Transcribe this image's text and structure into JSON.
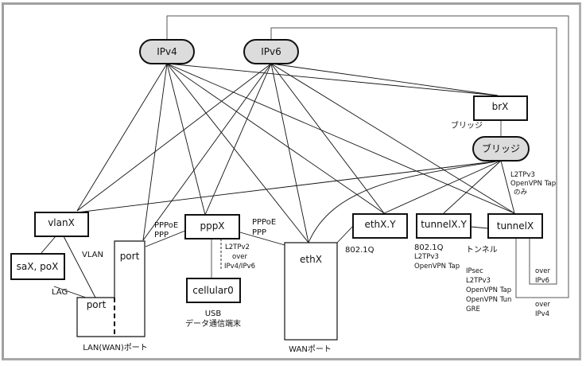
{
  "diagram": {
    "protocol_nodes": {
      "ipv4": "IPv4",
      "ipv6": "IPv6",
      "bridge": "ブリッジ"
    },
    "interfaces": {
      "brx": "brX",
      "vlanx": "vlanX",
      "saxpox": "saX, poX",
      "pppx": "pppX",
      "cellular0": "cellular0",
      "ethx": "ethX",
      "ethxy": "ethX.Y",
      "tunnelxy": "tunnelX.Y",
      "tunnelx": "tunnelX",
      "port_upper": "port",
      "port_lower": "port"
    },
    "labels": {
      "bridge_small": "ブリッジ",
      "l2tpv3_line1": "L2TPv3",
      "l2tpv3_line2": "OpenVPN Tap",
      "l2tpv3_line3": "のみ",
      "vlan": "VLAN",
      "lag": "LAG",
      "pppoe_left_1": "PPPoE",
      "pppoe_left_2": "PPP",
      "pppoe_right_1": "PPPoE",
      "pppoe_right_2": "PPP",
      "l2tpv2_1": "L2TPv2",
      "l2tpv2_2": "over",
      "l2tpv2_3": "IPv4/IPv6",
      "usb_1": "USB",
      "usb_2": "データ通信端末",
      "lan_port": "LAN(WAN)ポート",
      "wan_port": "WANポート",
      "q8021_eth": "802.1Q",
      "tunxy_1": "802.1Q",
      "tunxy_2": "L2TPv3",
      "tunxy_3": "OpenVPN Tap",
      "tunnel": "トンネル",
      "tun_1": "IPsec",
      "tun_2": "L2TPv3",
      "tun_3": "OpenVPN Tap",
      "tun_4": "OpenVPN Tun",
      "tun_5": "GRE",
      "over_ipv6_1": "over",
      "over_ipv6_2": "IPv6",
      "over_ipv4_1": "over",
      "over_ipv4_2": "IPv4"
    }
  }
}
